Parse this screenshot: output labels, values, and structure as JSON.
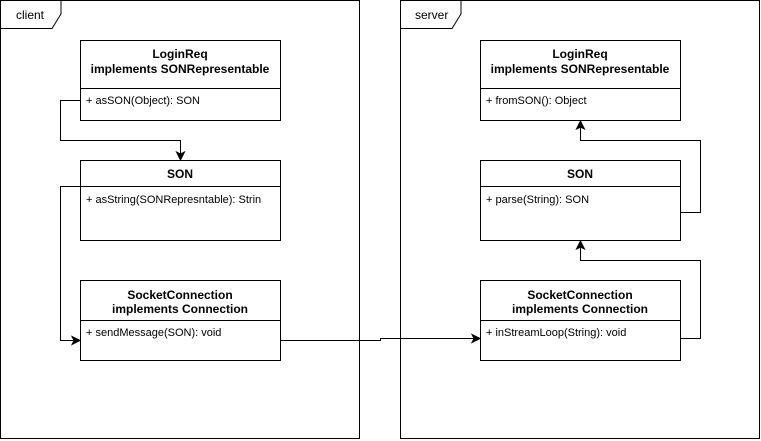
{
  "packages": {
    "client": {
      "label": "client"
    },
    "server": {
      "label": "server"
    }
  },
  "client": {
    "loginreq": {
      "title_line1": "LoginReq",
      "title_line2": "implements SONRepresentable",
      "member": "+ asSON(Object): SON"
    },
    "son": {
      "title_line1": "SON",
      "member": "+ asString(SONRepresntable): Strin"
    },
    "socket": {
      "title_line1": "SocketConnection",
      "title_line2": "implements Connection",
      "member": "+ sendMessage(SON): void"
    }
  },
  "server": {
    "loginreq": {
      "title_line1": "LoginReq",
      "title_line2": "implements SONRepresentable",
      "member": "+ fromSON(): Object"
    },
    "son": {
      "title_line1": "SON",
      "member": "+ parse(String): SON"
    },
    "socket": {
      "title_line1": "SocketConnection",
      "title_line2": "implements Connection",
      "member": "+ inStreamLoop(String): void"
    }
  }
}
